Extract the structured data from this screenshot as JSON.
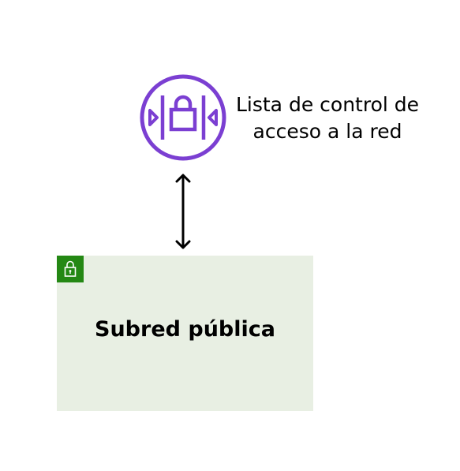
{
  "network_acl": {
    "icon": "network-access-control-list-icon",
    "label_lines": [
      "Lista de control de",
      "acceso a la red"
    ],
    "color": "#7b3fd2"
  },
  "connector": {
    "icon": "double-headed-arrow-icon",
    "direction": "bidirectional"
  },
  "public_subnet": {
    "title": "Subred pública",
    "badge_icon": "lock-icon",
    "badge_color": "#248814",
    "fill_color": "#e8efe3"
  }
}
